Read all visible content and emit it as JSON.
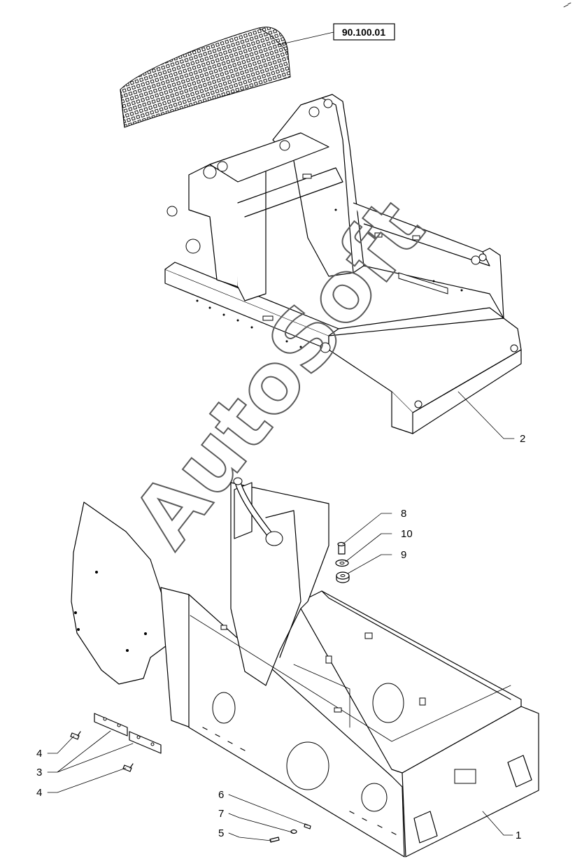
{
  "diagram": {
    "reference_box": "90.100.01",
    "watermark": "AutoSoft",
    "callouts": [
      {
        "id": "c2",
        "label": "2"
      },
      {
        "id": "c8",
        "label": "8"
      },
      {
        "id": "c10",
        "label": "10"
      },
      {
        "id": "c9",
        "label": "9"
      },
      {
        "id": "c4a",
        "label": "4"
      },
      {
        "id": "c3",
        "label": "3"
      },
      {
        "id": "c4b",
        "label": "4"
      },
      {
        "id": "c6",
        "label": "6"
      },
      {
        "id": "c7",
        "label": "7"
      },
      {
        "id": "c5",
        "label": "5"
      },
      {
        "id": "c1",
        "label": "1"
      }
    ]
  }
}
